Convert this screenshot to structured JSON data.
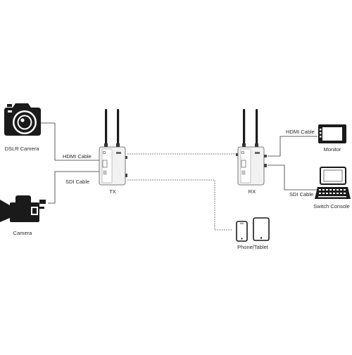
{
  "devices": {
    "dslr_camera": {
      "label": "DSLR Camera",
      "icon": "dslr-camera-icon"
    },
    "camera": {
      "label": "Camera",
      "icon": "video-camera-icon"
    },
    "tx": {
      "label": "TX",
      "icon": "transmitter-icon"
    },
    "rx": {
      "label": "RX",
      "icon": "receiver-icon"
    },
    "phone_tablet": {
      "label": "Phone/Tablet",
      "icon": "phone-tablet-icon"
    },
    "monitor": {
      "label": "Monitor",
      "icon": "monitor-icon"
    },
    "switch_console": {
      "label": "Switch Console",
      "icon": "switch-console-icon"
    }
  },
  "cables": {
    "left_hdmi": "HDMI Cable",
    "left_sdi": "SDI Cable",
    "right_hdmi": "HDMI Cable",
    "right_sdi": "SDI Cable"
  },
  "colors": {
    "line": "#333333",
    "device_body": "#f2f2f2",
    "device_outline": "#555555",
    "icon_dark": "#1a1a1a"
  }
}
